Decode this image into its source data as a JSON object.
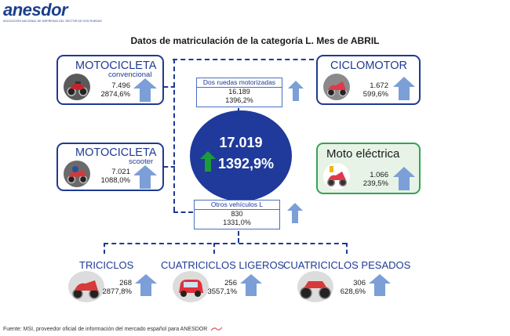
{
  "header": {
    "logo_name": "anesdor",
    "logo_subtitle": "ASOCIACIÓN NACIONAL DE EMPRESAS DEL SECTOR DE DOS RUEDAS",
    "title": "Datos de matriculación de la categoría L. Mes de ABRIL"
  },
  "total": {
    "value": "17.019",
    "pct": "1392,9%"
  },
  "moto_conv": {
    "title": "MOTOCICLETA",
    "subtitle": "convencional",
    "value": "7.496",
    "pct": "2874,6%"
  },
  "moto_scooter": {
    "title": "MOTOCICLETA",
    "subtitle": "scooter",
    "value": "7.021",
    "pct": "1088,0%"
  },
  "dos_ruedas": {
    "label": "Dos ruedas motorizadas",
    "value": "16.189",
    "pct": "1396,2%"
  },
  "otros": {
    "label": "Otros vehículos L",
    "value": "830",
    "pct": "1331,0%"
  },
  "ciclomotor": {
    "title": "CICLOMOTOR",
    "value": "1.672",
    "pct": "599,6%"
  },
  "moto_electrica": {
    "title": "Moto eléctrica",
    "value": "1.066",
    "pct": "239,5%"
  },
  "triciclos": {
    "title": "TRICICLOS",
    "value": "268",
    "pct": "2877,8%"
  },
  "cuad_ligeros": {
    "title": "CUATRICICLOS LIGEROS",
    "value": "256",
    "pct": "3557,1%"
  },
  "cuad_pesados": {
    "title": "CUATRICICLOS PESADOS",
    "value": "306",
    "pct": "628,6%"
  },
  "footer": {
    "source": "Fuente: MSI, proveedor oficial de información del mercado español para ANESDOR"
  },
  "colors": {
    "primary": "#1f3a93",
    "arrow": "#7b9fd6",
    "green_arrow": "#1f9a3a",
    "electric_border": "#35a354"
  },
  "icons": [
    "motorcycle-icon",
    "scooter-icon",
    "moped-icon",
    "electric-moped-icon",
    "trike-icon",
    "car-icon",
    "quad-icon",
    "up-arrow-icon"
  ]
}
